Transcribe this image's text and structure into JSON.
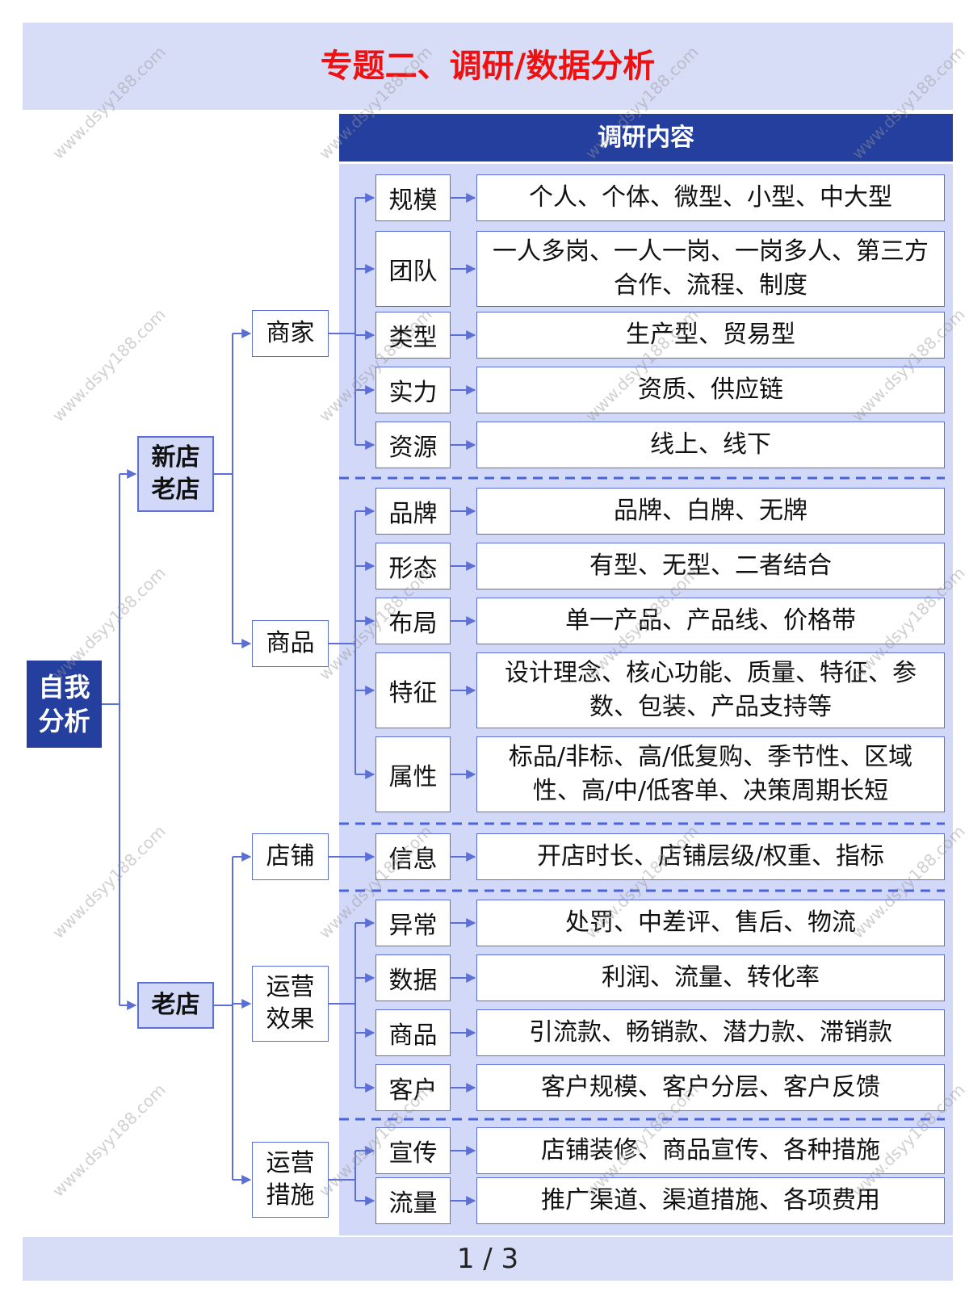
{
  "title": "专题二、调研/数据分析",
  "column_header": "调研内容",
  "page_indicator": "1 / 3",
  "watermark": "www.dsyy188.com",
  "root_label": "自我\n分析",
  "new_store": "新店\n老店",
  "old_store": "老店",
  "merchant": "商家",
  "product": "商品",
  "shop": "店铺",
  "ops_effect": "运营\n效果",
  "ops_measures": "运营\n措施",
  "merchant_items": [
    {
      "label": "规模",
      "content": "个人、个体、微型、小型、中大型"
    },
    {
      "label": "团队",
      "content": "一人多岗、一人一岗、一岗多人、第三方合作、流程、制度"
    },
    {
      "label": "类型",
      "content": "生产型、贸易型"
    },
    {
      "label": "实力",
      "content": "资质、供应链"
    },
    {
      "label": "资源",
      "content": "线上、线下"
    }
  ],
  "product_items": [
    {
      "label": "品牌",
      "content": "品牌、白牌、无牌"
    },
    {
      "label": "形态",
      "content": "有型、无型、二者结合"
    },
    {
      "label": "布局",
      "content": "单一产品、产品线、价格带"
    },
    {
      "label": "特征",
      "content": "设计理念、核心功能、质量、特征、参数、包装、产品支持等"
    },
    {
      "label": "属性",
      "content": "标品/非标、高/低复购、季节性、区域性、高/中/低客单、决策周期长短"
    }
  ],
  "shop_items": [
    {
      "label": "信息",
      "content": "开店时长、店铺层级/权重、指标"
    }
  ],
  "ops_effect_items": [
    {
      "label": "异常",
      "content": "处罚、中差评、售后、物流"
    },
    {
      "label": "数据",
      "content": "利润、流量、转化率"
    },
    {
      "label": "商品",
      "content": "引流款、畅销款、潜力款、滞销款"
    },
    {
      "label": "客户",
      "content": "客户规模、客户分层、客户反馈"
    }
  ],
  "ops_measures_items": [
    {
      "label": "宣传",
      "content": "店铺装修、商品宣传、各种措施"
    },
    {
      "label": "流量",
      "content": "推广渠道、渠道措施、各项费用"
    }
  ],
  "colors": {
    "title": "#ee1111",
    "header_bg": "#d7dcf7",
    "dark_blue": "#253f9e",
    "line": "#5b6fd6",
    "panel": "#d2d8f7"
  }
}
